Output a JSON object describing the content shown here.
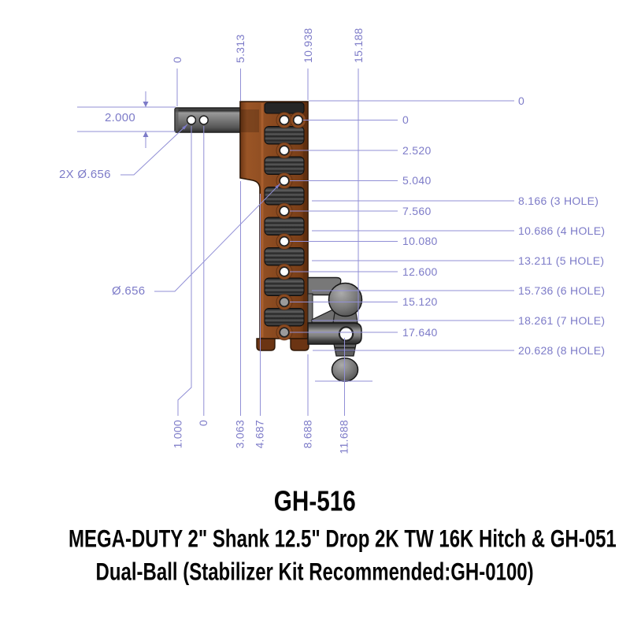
{
  "drawing": {
    "dims_top": [
      "0",
      "5.313",
      "10.938",
      "15.188"
    ],
    "dims_bottom": [
      "1.000",
      "0",
      "3.063",
      "4.687",
      "8.688",
      "11.688"
    ],
    "dims_right_inner": [
      "0",
      "2.520",
      "5.040",
      "7.560",
      "10.080",
      "12.600",
      "15.120",
      "17.640"
    ],
    "dims_right_outer": [
      "0",
      "8.166 (3 HOLE)",
      "10.686 (4 HOLE)",
      "13.211 (5 HOLE)",
      "15.736 (6 HOLE)",
      "18.261 (7 HOLE)",
      "20.628 (8 HOLE)"
    ],
    "dim_shank_height": "2.000",
    "callout_shank_holes": "2X Ø.656",
    "callout_adjust_holes": "Ø.656",
    "colors": {
      "dimension_text": "#7d7bc8",
      "dimension_line": "#918fd6",
      "channel_brown": "#8a4a20",
      "steel_gray": "#767676",
      "insert_dark": "#262626",
      "title_text": "#050505"
    }
  },
  "title_block": {
    "part_number": "GH-516",
    "description_line1": "MEGA-DUTY 2\" Shank 12.5\" Drop 2K TW 16K Hitch & GH-051",
    "description_line2": "Dual-Ball (Stabilizer Kit Recommended:GH-0100)"
  }
}
